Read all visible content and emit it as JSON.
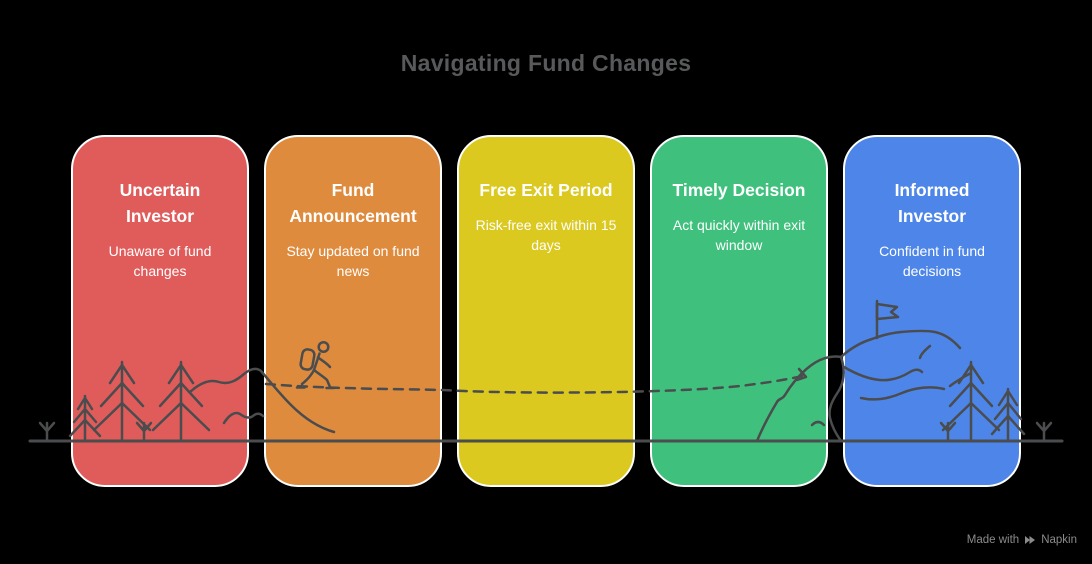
{
  "page": {
    "title": "Navigating Fund Changes",
    "background": "#000000",
    "title_color": "#58595B"
  },
  "cards": [
    {
      "title": "Uncertain Investor",
      "subtitle": "Unaware of fund changes",
      "color": "#E05C5B"
    },
    {
      "title": "Fund Announcement",
      "subtitle": "Stay updated on fund news",
      "color": "#DF8B3D"
    },
    {
      "title": "Free Exit Period",
      "subtitle": "Risk-free exit within 15 days",
      "color": "#DBC91F"
    },
    {
      "title": "Timely Decision",
      "subtitle": "Act quickly within exit window",
      "color": "#3FC17D"
    },
    {
      "title": "Informed Investor",
      "subtitle": "Confident in fund decisions",
      "color": "#4D86E8"
    }
  ],
  "illustration": {
    "stroke_color": "#4A4C4E",
    "icons": [
      "pine-tree-icon",
      "sprout-icon",
      "hiker-icon",
      "trail-dashed-path",
      "mountain-icon",
      "flag-icon",
      "ridge-lines",
      "ground-line"
    ]
  },
  "footer": {
    "made_with": "Made with",
    "brand": "Napkin",
    "color": "#8B8B8B"
  }
}
